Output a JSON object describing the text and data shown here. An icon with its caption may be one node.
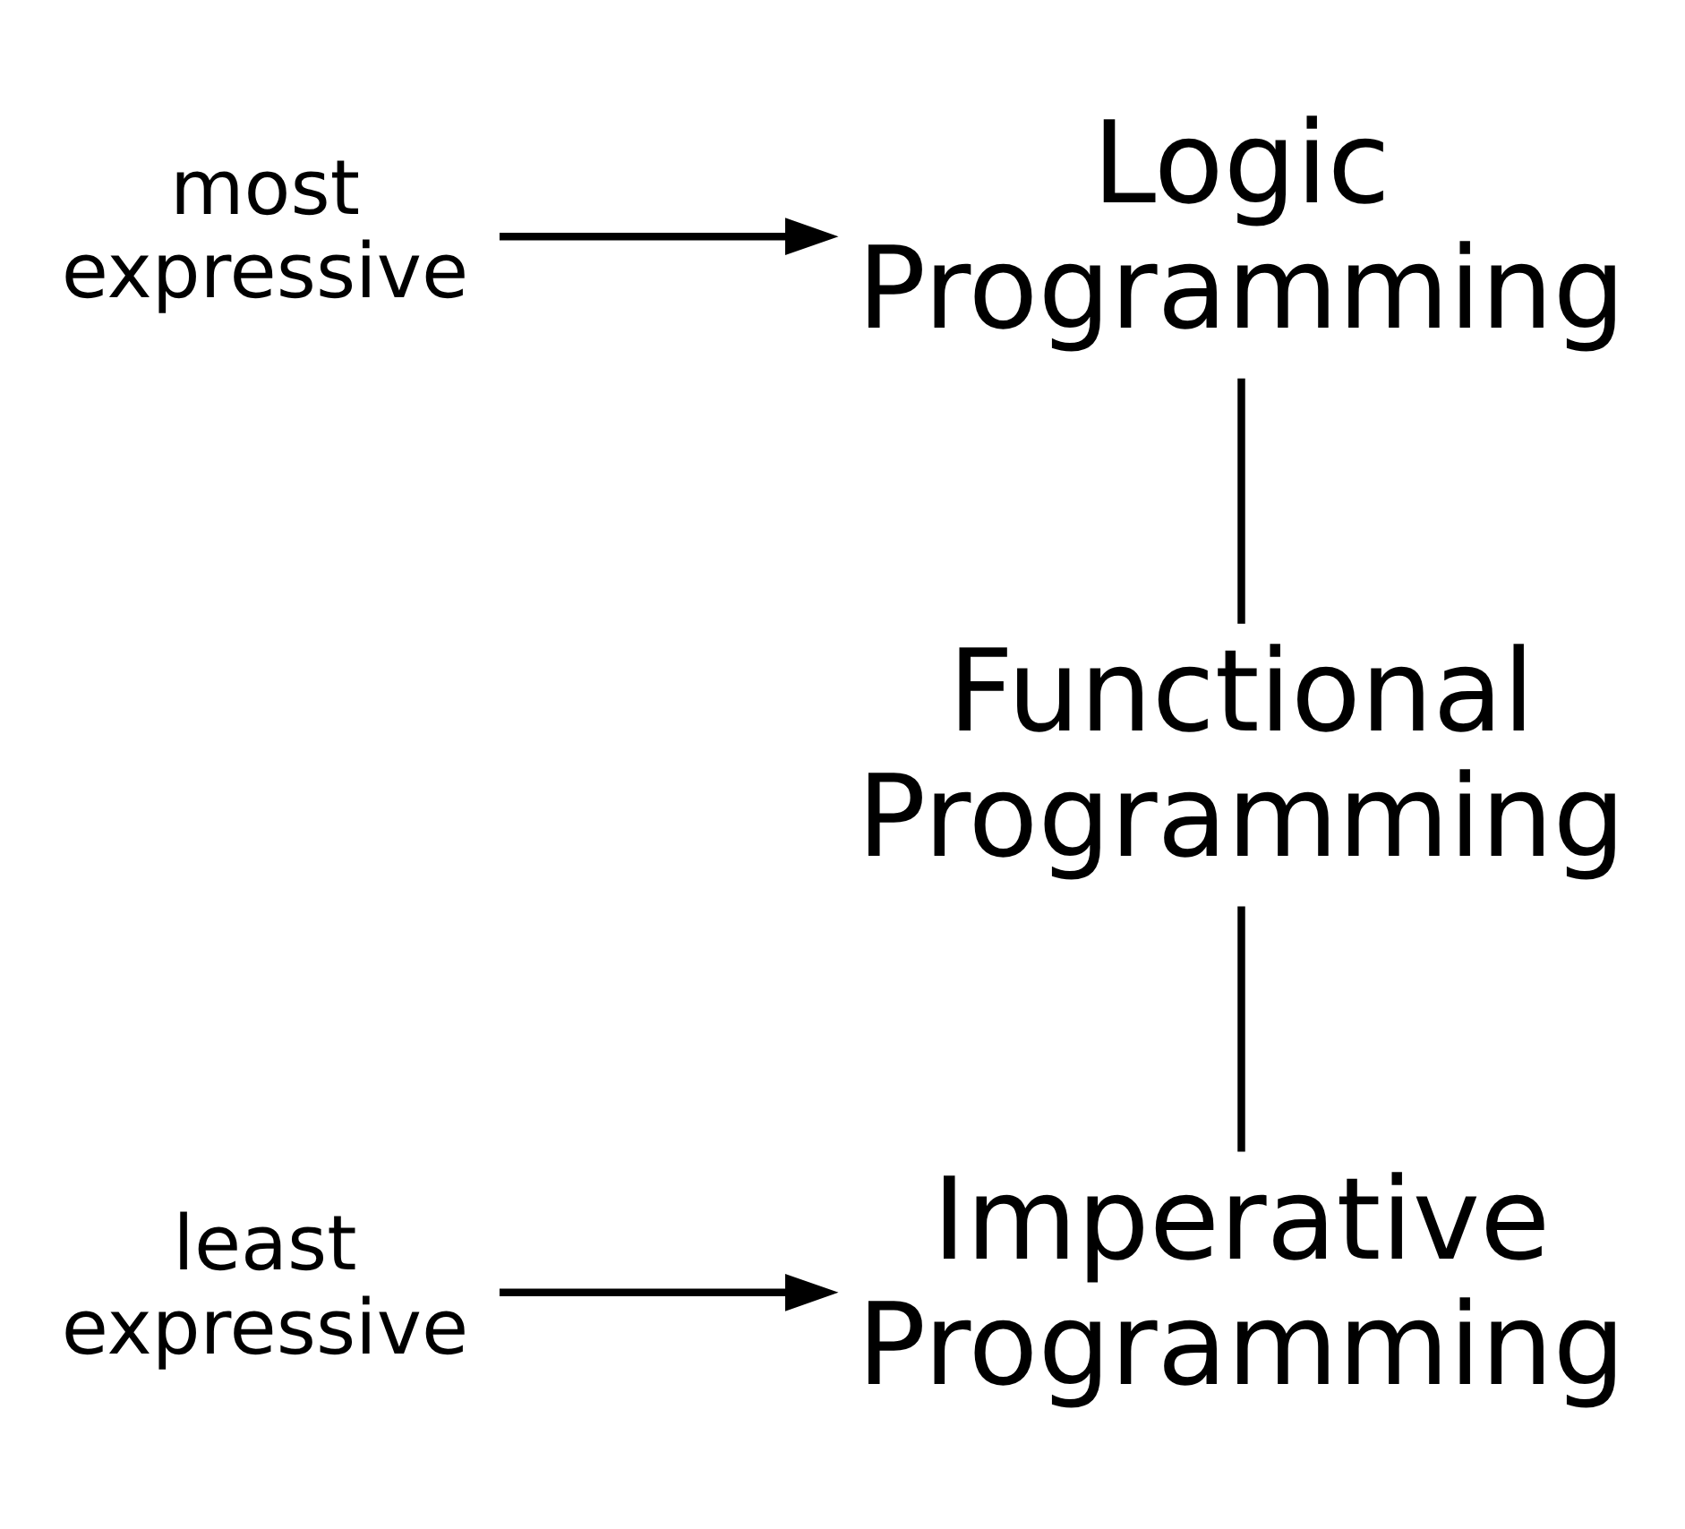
{
  "diagram": {
    "nodes": [
      {
        "text": [
          "Logic Programming"
        ]
      },
      {
        "text": [
          "Functional Programming"
        ]
      },
      {
        "text": [
          "Imperative Programming"
        ]
      },
      {
        "text": [
          "most expressive"
        ]
      },
      {
        "text": [
          "least expressive"
        ]
      }
    ],
    "edges": [
      {
        "from": 0,
        "to": 1,
        "arrow": "none"
      },
      {
        "from": 1,
        "to": 2,
        "arrow": "none"
      },
      {
        "from": 3,
        "to": 0,
        "arrow": "to"
      },
      {
        "from": 4,
        "to": 2,
        "arrow": "to"
      }
    ]
  }
}
